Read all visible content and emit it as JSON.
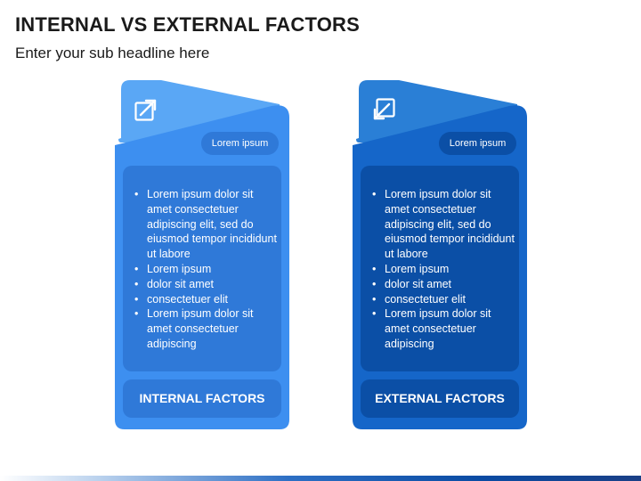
{
  "slide": {
    "title": "INTERNAL VS EXTERNAL FACTORS",
    "subtitle": "Enter your sub headline here"
  },
  "cards": [
    {
      "icon": "arrow-up-right-icon",
      "tag": "Lorem ipsum",
      "bullets": [
        "Lorem ipsum dolor sit amet consectetuer adipiscing elit, sed do eiusmod tempor incididunt ut labore",
        "Lorem ipsum",
        "dolor sit amet",
        "consectetuer elit",
        "Lorem ipsum dolor sit amet consectetuer adipiscing"
      ],
      "footer": "INTERNAL FACTORS",
      "colors": {
        "flap": "#5aa7f5",
        "body": "#3d8ff0",
        "inner": "#2f79d8"
      }
    },
    {
      "icon": "arrow-down-left-icon",
      "tag": "Lorem ipsum",
      "bullets": [
        "Lorem ipsum dolor sit amet consectetuer adipiscing elit, sed do eiusmod tempor incididunt ut labore",
        "Lorem ipsum",
        "dolor sit amet",
        "consectetuer elit",
        "Lorem ipsum dolor sit amet consectetuer adipiscing"
      ],
      "footer": "EXTERNAL FACTORS",
      "colors": {
        "flap": "#2a7fd6",
        "body": "#1566c9",
        "inner": "#0b4fa6"
      }
    }
  ]
}
